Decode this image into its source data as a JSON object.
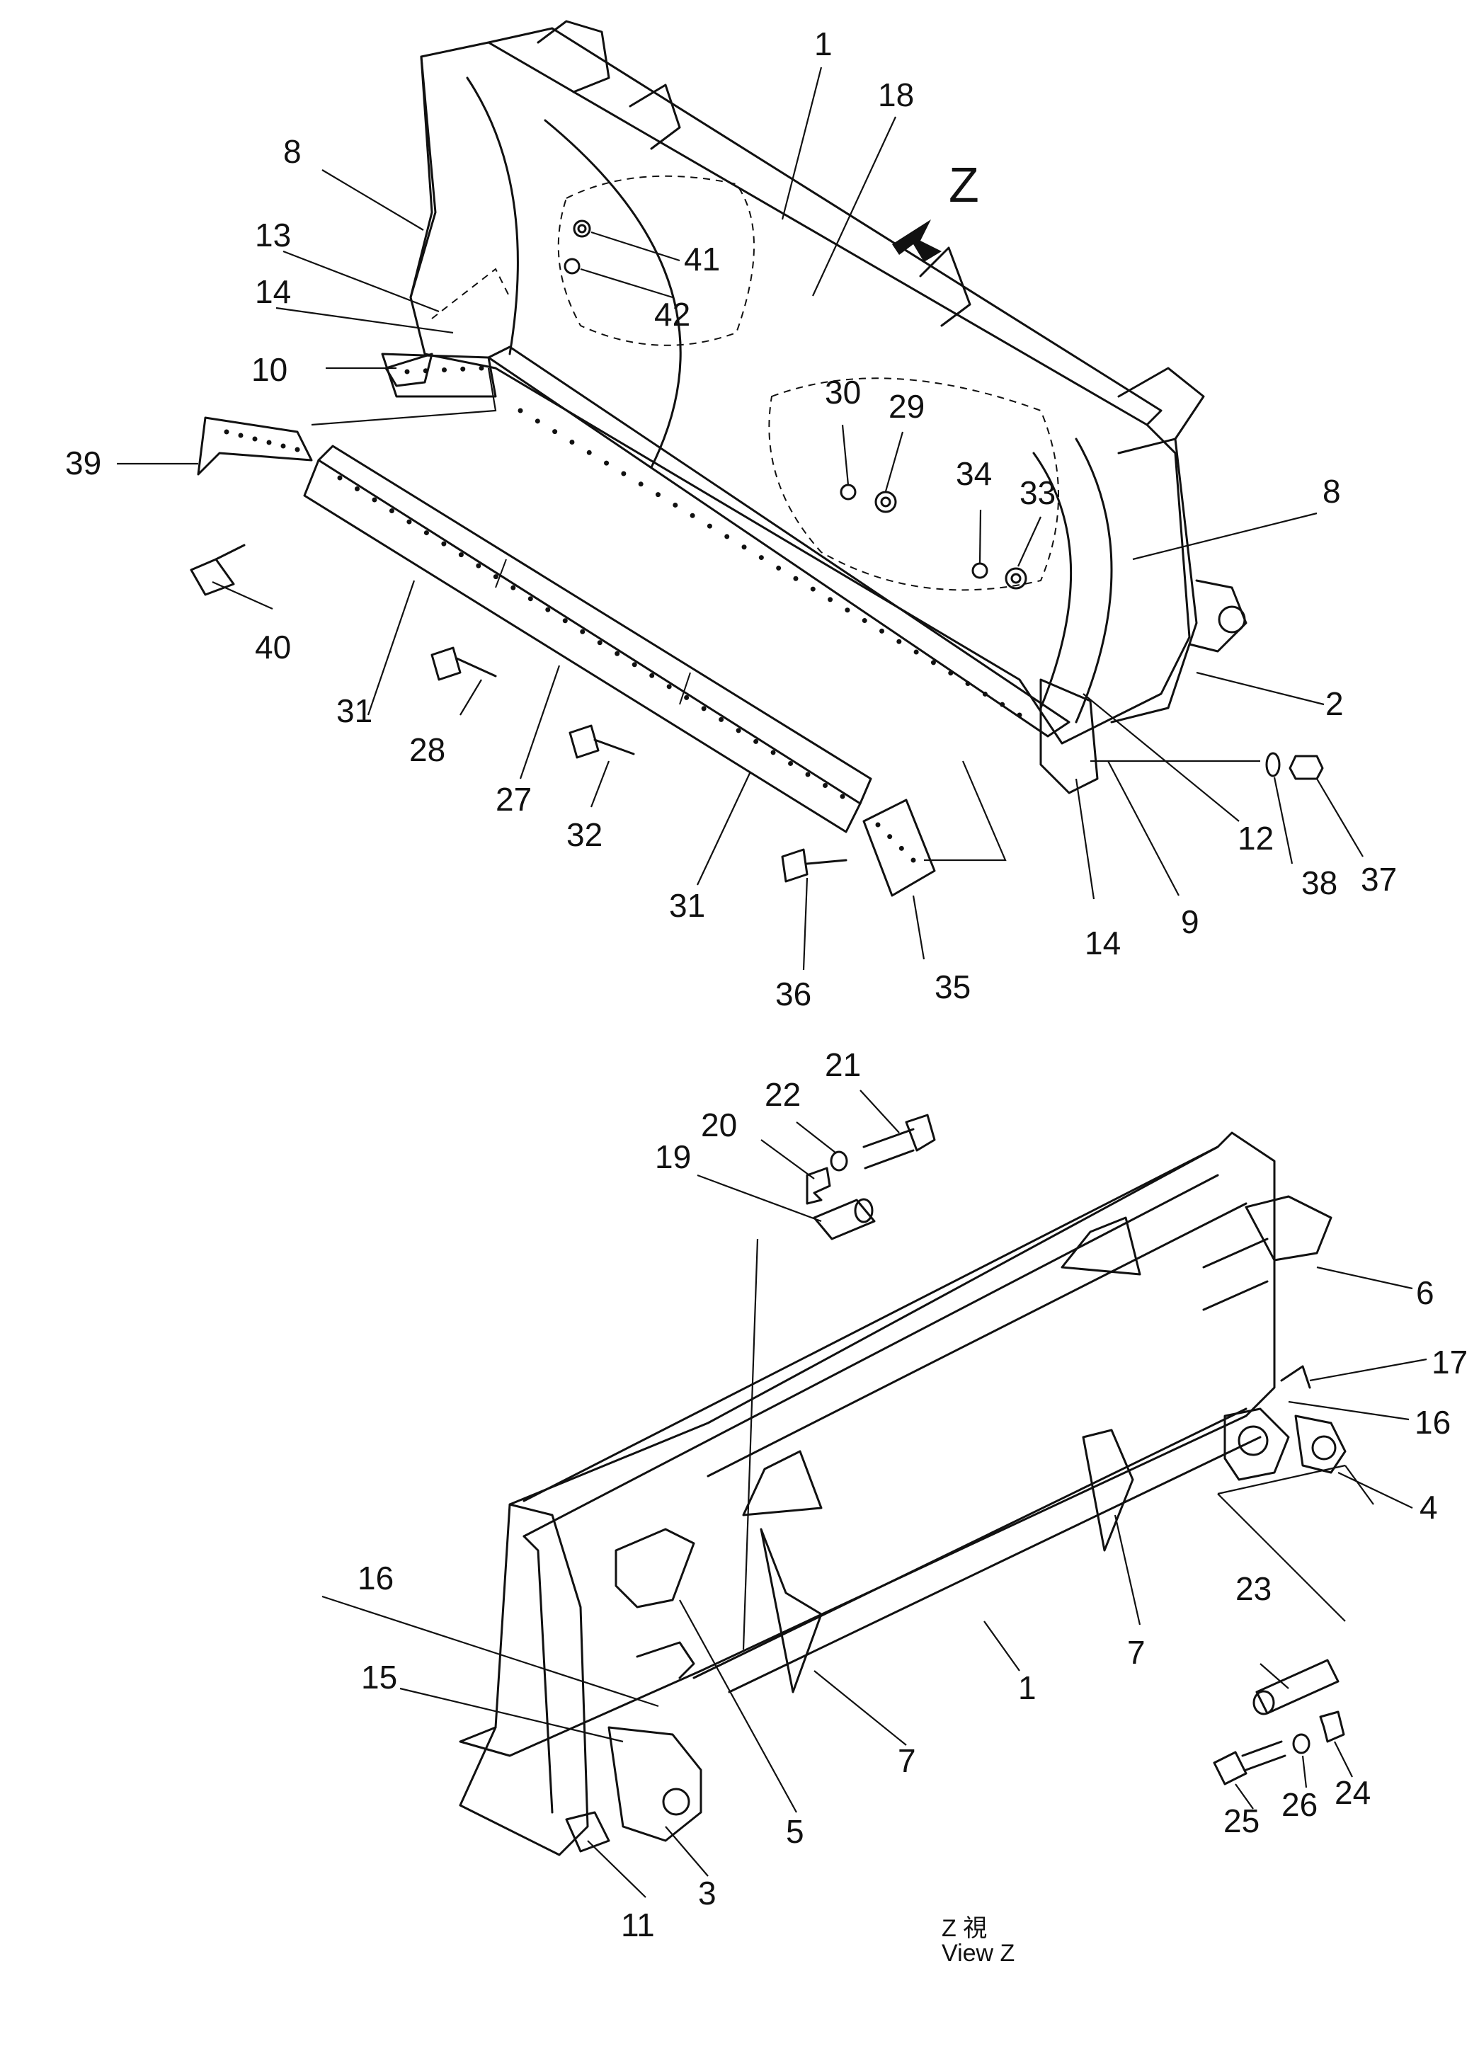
{
  "view_direction_label": "Z",
  "view_caption": {
    "line1": "Z  視",
    "line2": "View Z"
  },
  "top_assembly": {
    "callouts": [
      "1",
      "18",
      "8",
      "13",
      "14",
      "10",
      "41",
      "42",
      "30",
      "29",
      "34",
      "33",
      "8",
      "39",
      "40",
      "31",
      "28",
      "27",
      "32",
      "31",
      "36",
      "35",
      "14",
      "9",
      "12",
      "38",
      "37",
      "2"
    ]
  },
  "bottom_assembly": {
    "callouts": [
      "21",
      "22",
      "20",
      "19",
      "6",
      "17",
      "16",
      "4",
      "23",
      "24",
      "26",
      "25",
      "7",
      "1",
      "16",
      "15",
      "5",
      "7",
      "3",
      "11"
    ]
  },
  "colors": {
    "ink": "#111111",
    "paper": "#ffffff"
  }
}
